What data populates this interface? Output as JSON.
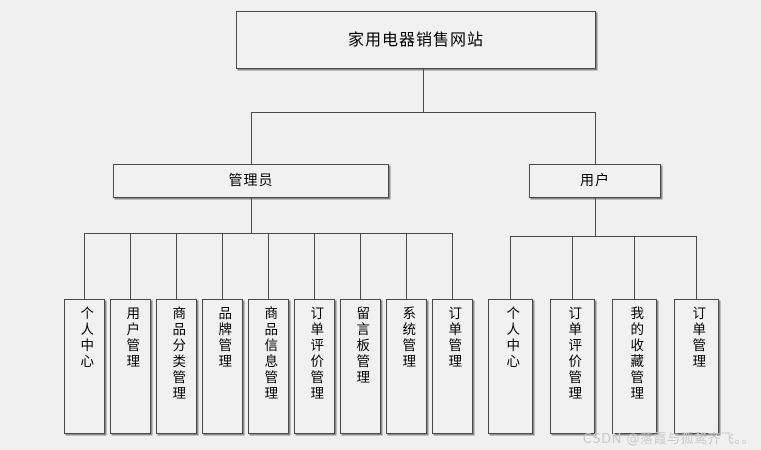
{
  "diagram": {
    "type": "tree",
    "root": {
      "label": "家用电器销售网站"
    },
    "branches": [
      {
        "label": "管理员",
        "children": [
          {
            "label": "个人中心"
          },
          {
            "label": "用户管理"
          },
          {
            "label": "商品分类管理"
          },
          {
            "label": "品牌管理"
          },
          {
            "label": "商品信息管理"
          },
          {
            "label": "订单评价管理"
          },
          {
            "label": "留言板管理"
          },
          {
            "label": "系统管理"
          },
          {
            "label": "订单管理"
          }
        ]
      },
      {
        "label": "用户",
        "children": [
          {
            "label": "个人中心"
          },
          {
            "label": "订单评价管理"
          },
          {
            "label": "我的收藏管理"
          },
          {
            "label": "订单管理"
          }
        ]
      }
    ]
  },
  "watermark": {
    "text": "CSDN @落霞与孤鹜齐飞。。"
  },
  "colors": {
    "background": "#f0f0f0",
    "box_fill": "#f1f1f1",
    "border": "#4a4a4a",
    "shadow": "#8a8a8a",
    "text": "#000000",
    "watermark": "#c9c9c9"
  }
}
